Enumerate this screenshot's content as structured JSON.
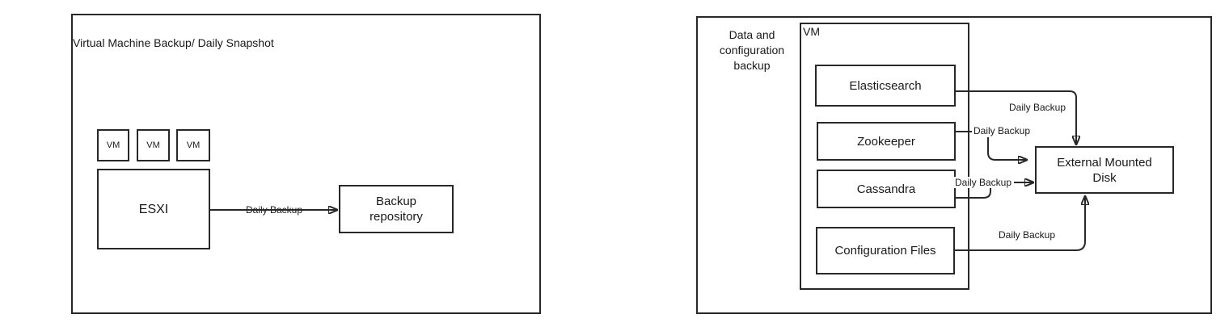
{
  "colors": {
    "stroke": "#282828",
    "text": "#191919",
    "background": "#ffffff"
  },
  "panels": {
    "vm_backup": {
      "title": "Virtual Machine Backup/ Daily Snapshot",
      "vms": [
        "VM",
        "VM",
        "VM"
      ],
      "hypervisor_label": "ESXI",
      "arrow_label": "Daily Backup",
      "repository_label": "Backup repository"
    },
    "data_backup": {
      "side_title": "Data and configuration backup",
      "container_label": "VM",
      "services": [
        "Elasticsearch",
        "Zookeeper",
        "Cassandra",
        "Configuration Files"
      ],
      "disk_label": "External Mounted Disk",
      "arrows": [
        {
          "from": "Elasticsearch",
          "label": "Daily Backup"
        },
        {
          "from": "Zookeeper",
          "label": "Daily Backup"
        },
        {
          "from": "Cassandra",
          "label": "Daily Backup"
        },
        {
          "from": "Configuration Files",
          "label": "Daily Backup"
        }
      ]
    }
  }
}
